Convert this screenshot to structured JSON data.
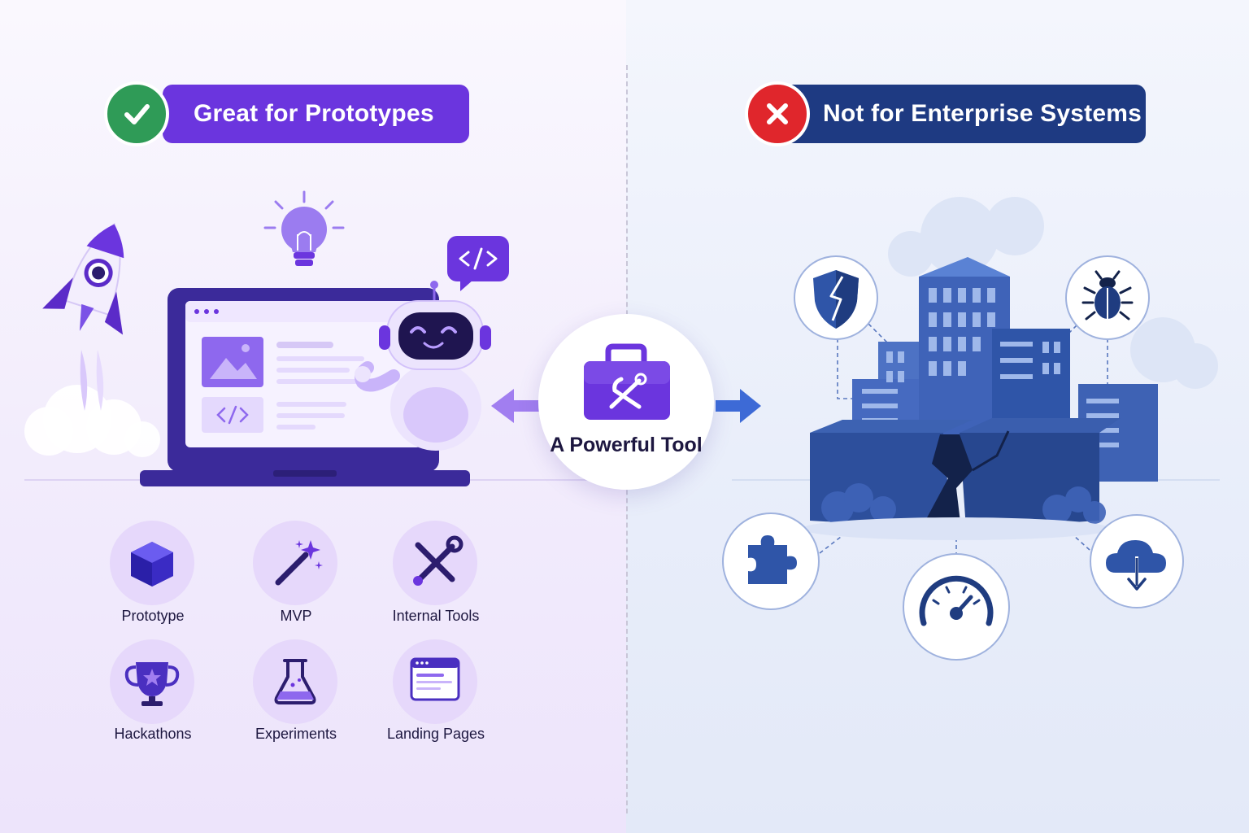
{
  "colors": {
    "purple_accent": "#6b35de",
    "navy_accent": "#1e3a82",
    "success_green": "#2f9b57",
    "error_red": "#e0262c"
  },
  "left_panel": {
    "header": "Great for Prototypes",
    "status_icon": "check-icon",
    "illustration": [
      "rocket-icon",
      "lightbulb-icon",
      "code-bubble-icon",
      "laptop-icon",
      "robot-icon"
    ],
    "use_cases": [
      {
        "label": "Prototype",
        "icon": "cube-icon"
      },
      {
        "label": "MVP",
        "icon": "magic-wand-icon"
      },
      {
        "label": "Internal Tools",
        "icon": "tools-icon"
      },
      {
        "label": "Hackathons",
        "icon": "trophy-icon"
      },
      {
        "label": "Experiments",
        "icon": "flask-icon"
      },
      {
        "label": "Landing Pages",
        "icon": "browser-page-icon"
      }
    ]
  },
  "center": {
    "label": "A Powerful Tool",
    "icon": "toolbox-icon"
  },
  "right_panel": {
    "header": "Not for Enterprise Systems",
    "status_icon": "cross-icon",
    "illustration": "cracked-city-buildings-icon",
    "risks": [
      "broken-shield-icon",
      "bug-icon",
      "puzzle-piece-icon",
      "speedometer-icon",
      "cloud-download-icon"
    ]
  }
}
